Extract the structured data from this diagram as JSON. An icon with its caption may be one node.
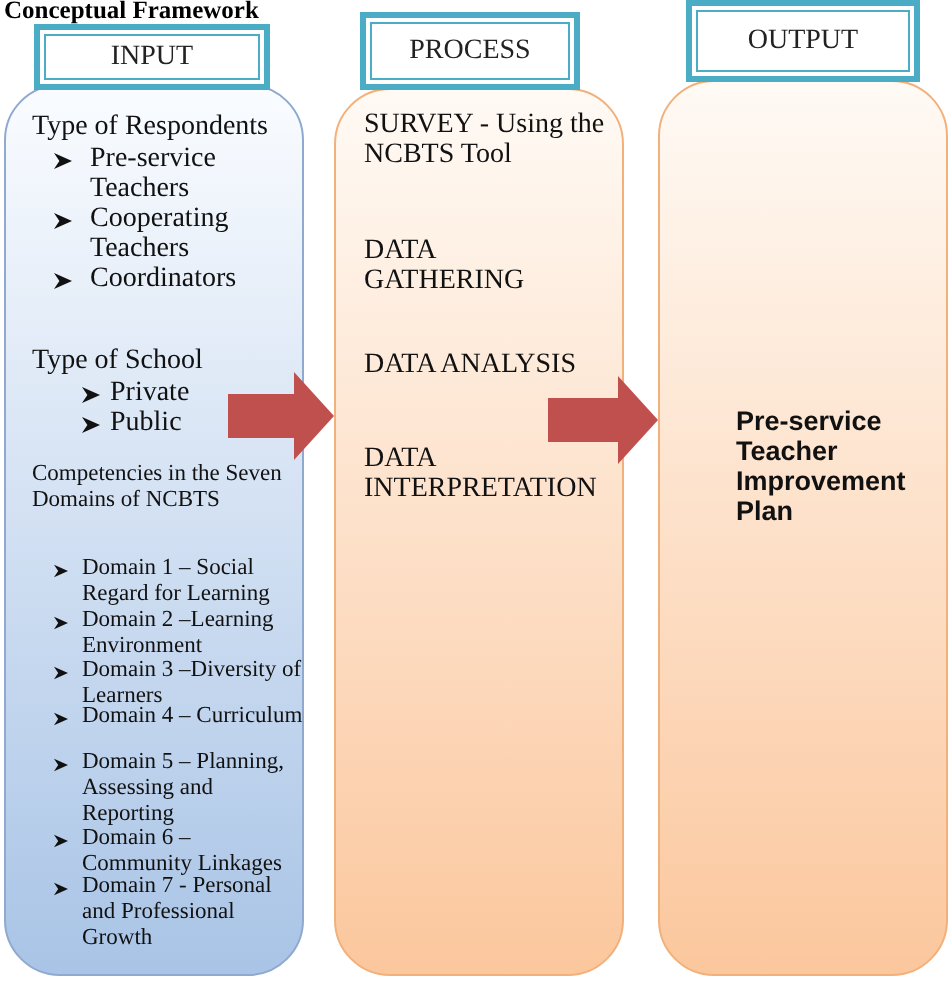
{
  "diagram": {
    "title": "Conceptual Framework",
    "nodes": [
      {
        "text": [
          "INPUT"
        ]
      },
      {
        "text": [
          "Type of Respondents",
          "Pre-service Teachers",
          "Cooperating Teachers",
          "Coordinators",
          "Type of School",
          "Private",
          "Public",
          "Competencies in the Seven Domains of NCBTS",
          "Domain 1 – Social Regard for Learning",
          "Domain 2 –Learning Environment",
          "Domain 3 –Diversity of Learners",
          "Domain 4 – Curriculum",
          "Domain 5 – Planning, Assessing and Reporting",
          "Domain 6 – Community Linkages",
          "Domain 7 - Personal and Professional Growth"
        ]
      },
      {
        "text": [
          "PROCESS"
        ]
      },
      {
        "text": [
          "SURVEY - Using the NCBTS Tool",
          "DATA GATHERING",
          "DATA ANALYSIS",
          "DATA INTERPRETATION"
        ]
      },
      {
        "text": [
          "OUTPUT"
        ]
      },
      {
        "text": [
          "Pre-service Teacher Improvement Plan"
        ]
      }
    ],
    "edges": [
      {
        "from": 1,
        "to": 3,
        "arrow": "to"
      },
      {
        "from": 3,
        "to": 5,
        "arrow": "to"
      }
    ]
  }
}
